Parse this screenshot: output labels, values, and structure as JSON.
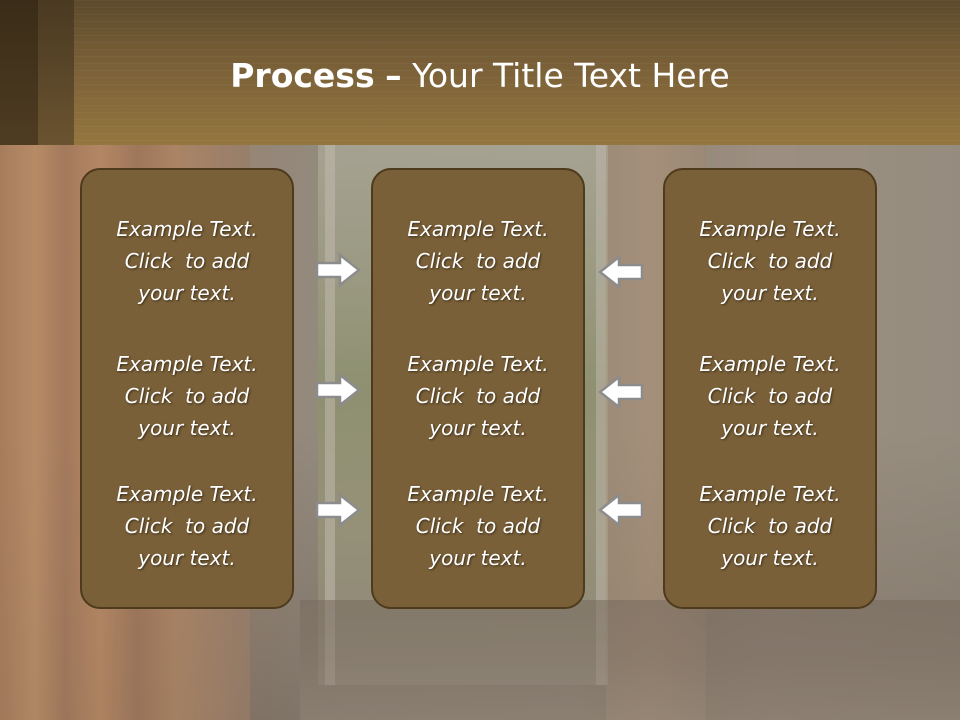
{
  "slide": {
    "title_bold": "Process",
    "title_separator": "–",
    "title_rest": "Your Title Text Here"
  },
  "columns": [
    {
      "items": [
        {
          "lines": [
            "Example Text.",
            "Click  to add",
            "your text."
          ]
        },
        {
          "lines": [
            "Example Text.",
            "Click  to add",
            "your text."
          ]
        },
        {
          "lines": [
            "Example Text.",
            "Click  to add",
            "your text."
          ]
        }
      ]
    },
    {
      "items": [
        {
          "lines": [
            "Example Text.",
            "Click  to add",
            "your text."
          ]
        },
        {
          "lines": [
            "Example Text.",
            "Click  to add",
            "your text."
          ]
        },
        {
          "lines": [
            "Example Text.",
            "Click  to add",
            "your text."
          ]
        }
      ]
    },
    {
      "items": [
        {
          "lines": [
            "Example Text.",
            "Click  to add",
            "your text."
          ]
        },
        {
          "lines": [
            "Example Text.",
            "Click  to add",
            "your text."
          ]
        },
        {
          "lines": [
            "Example Text.",
            "Click  to add",
            "your text."
          ]
        }
      ]
    }
  ],
  "arrows": {
    "left_to_center": [
      "arrow-right-icon",
      "arrow-right-icon",
      "arrow-right-icon"
    ],
    "right_to_center": [
      "arrow-left-icon",
      "arrow-left-icon",
      "arrow-left-icon"
    ]
  },
  "colors": {
    "header": "#7a6038",
    "box_fill": "#7a6038",
    "box_border": "#4e3a1c",
    "text": "#ffffff",
    "arrow_fill": "#ffffff",
    "arrow_stroke": "#8c8c8c"
  }
}
